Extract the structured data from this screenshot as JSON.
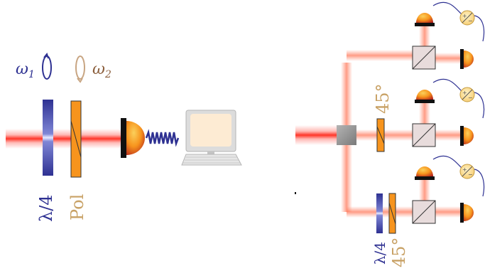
{
  "left_setup": {
    "omega1": {
      "symbol": "ω",
      "sub": "1",
      "color": "#2e3192"
    },
    "omega2": {
      "symbol": "ω",
      "sub": "2",
      "color": "#8b5e3c"
    },
    "qwp_label": "λ/4",
    "pol_label": "Pol",
    "qwp_label_color": "#2e3192",
    "pol_label_color": "#c8a165",
    "computer_icon": "computer-icon",
    "detector_icon": "photodetector-icon",
    "spring_icon": "spring-cable-icon"
  },
  "right_setup": {
    "angle_label_mid": "45°",
    "qwp_label": "λ/4",
    "angle_label_bottom": "45°",
    "qwp_label_color": "#2e3192",
    "angle_label_color": "#c8a165",
    "beam_splitter_icon": "beam-splitter-icon",
    "polarizing_beam_splitter_icon": "polarizing-beam-splitter-icon",
    "balanced_subtractor_icon": "difference-amplifier-icon"
  },
  "colors": {
    "laser": "#ff3b2f",
    "qwp": "#2e3192",
    "polarizer": "#f7941d",
    "detector_dark": "#b3201b",
    "detector_light": "#f9a51a",
    "monitor_screen": "#fdebd3",
    "monitor_body": "#dcdcdc",
    "pbs_fill": "#e8dcdc",
    "cable": "#2e3192"
  }
}
